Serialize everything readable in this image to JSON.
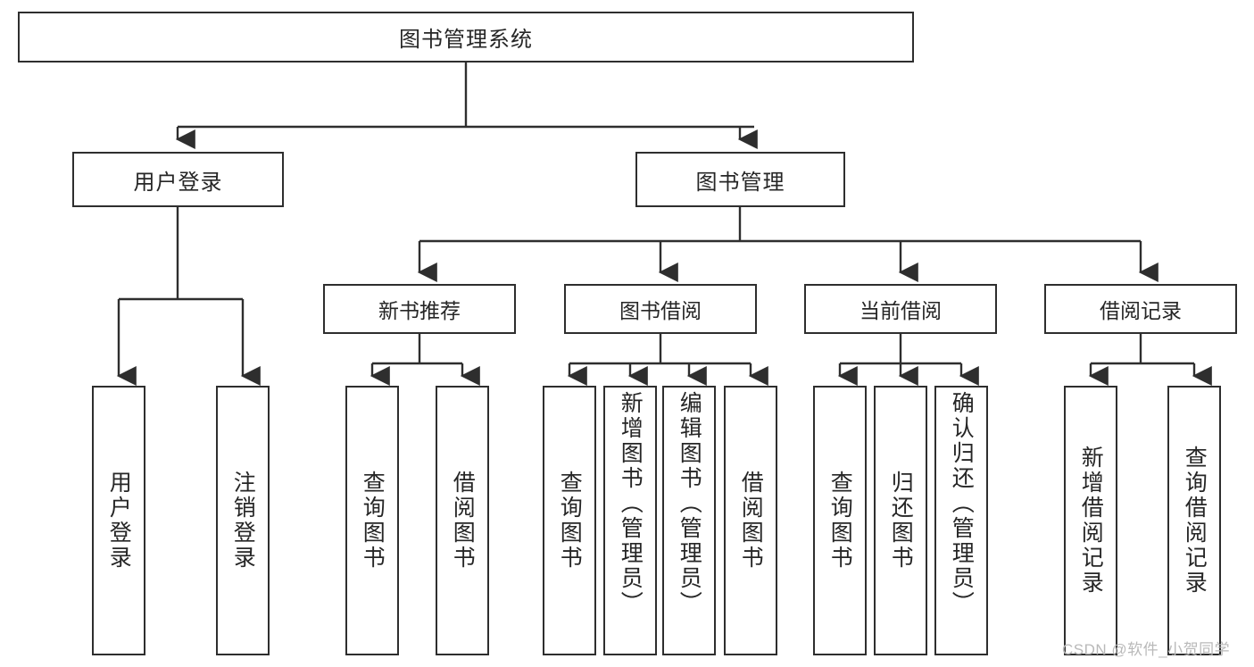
{
  "diagram": {
    "title": "图书管理系统",
    "root": {
      "id": "root",
      "label": "图书管理系统"
    },
    "level1": [
      {
        "id": "user-login",
        "label": "用户登录"
      },
      {
        "id": "book-manage",
        "label": "图书管理"
      }
    ],
    "level2": [
      {
        "id": "new-book-recommend",
        "label": "新书推荐",
        "parent": "book-manage"
      },
      {
        "id": "book-borrow",
        "label": "图书借阅",
        "parent": "book-manage"
      },
      {
        "id": "current-borrow",
        "label": "当前借阅",
        "parent": "book-manage"
      },
      {
        "id": "borrow-record",
        "label": "借阅记录",
        "parent": "book-manage"
      }
    ],
    "leaves": [
      {
        "id": "leaf-user-login",
        "label": "用户登录",
        "parent": "user-login"
      },
      {
        "id": "leaf-logout-login",
        "label": "注销登录",
        "parent": "user-login"
      },
      {
        "id": "leaf-query-book-1",
        "label": "查询图书",
        "parent": "new-book-recommend"
      },
      {
        "id": "leaf-borrow-book-1",
        "label": "借阅图书",
        "parent": "new-book-recommend"
      },
      {
        "id": "leaf-query-book-2",
        "label": "查询图书",
        "parent": "book-borrow"
      },
      {
        "id": "leaf-add-book-admin",
        "label": "新增图书（管理员）",
        "parent": "book-borrow"
      },
      {
        "id": "leaf-edit-book-admin",
        "label": "编辑图书（管理员）",
        "parent": "book-borrow"
      },
      {
        "id": "leaf-borrow-book-2",
        "label": "借阅图书",
        "parent": "book-borrow"
      },
      {
        "id": "leaf-query-book-3",
        "label": "查询图书",
        "parent": "current-borrow"
      },
      {
        "id": "leaf-return-book",
        "label": "归还图书",
        "parent": "current-borrow"
      },
      {
        "id": "leaf-confirm-return-admin",
        "label": "确认归还（管理员）",
        "parent": "current-borrow"
      },
      {
        "id": "leaf-add-borrow-record",
        "label": "新增借阅记录",
        "parent": "borrow-record"
      },
      {
        "id": "leaf-query-borrow-record",
        "label": "查询借阅记录",
        "parent": "borrow-record"
      }
    ],
    "watermark": "CSDN @软件_小贺同学",
    "colors": {
      "border": "#2e2e2e",
      "text": "#262626",
      "background": "#ffffff",
      "watermark": "#b9b9b9"
    }
  }
}
